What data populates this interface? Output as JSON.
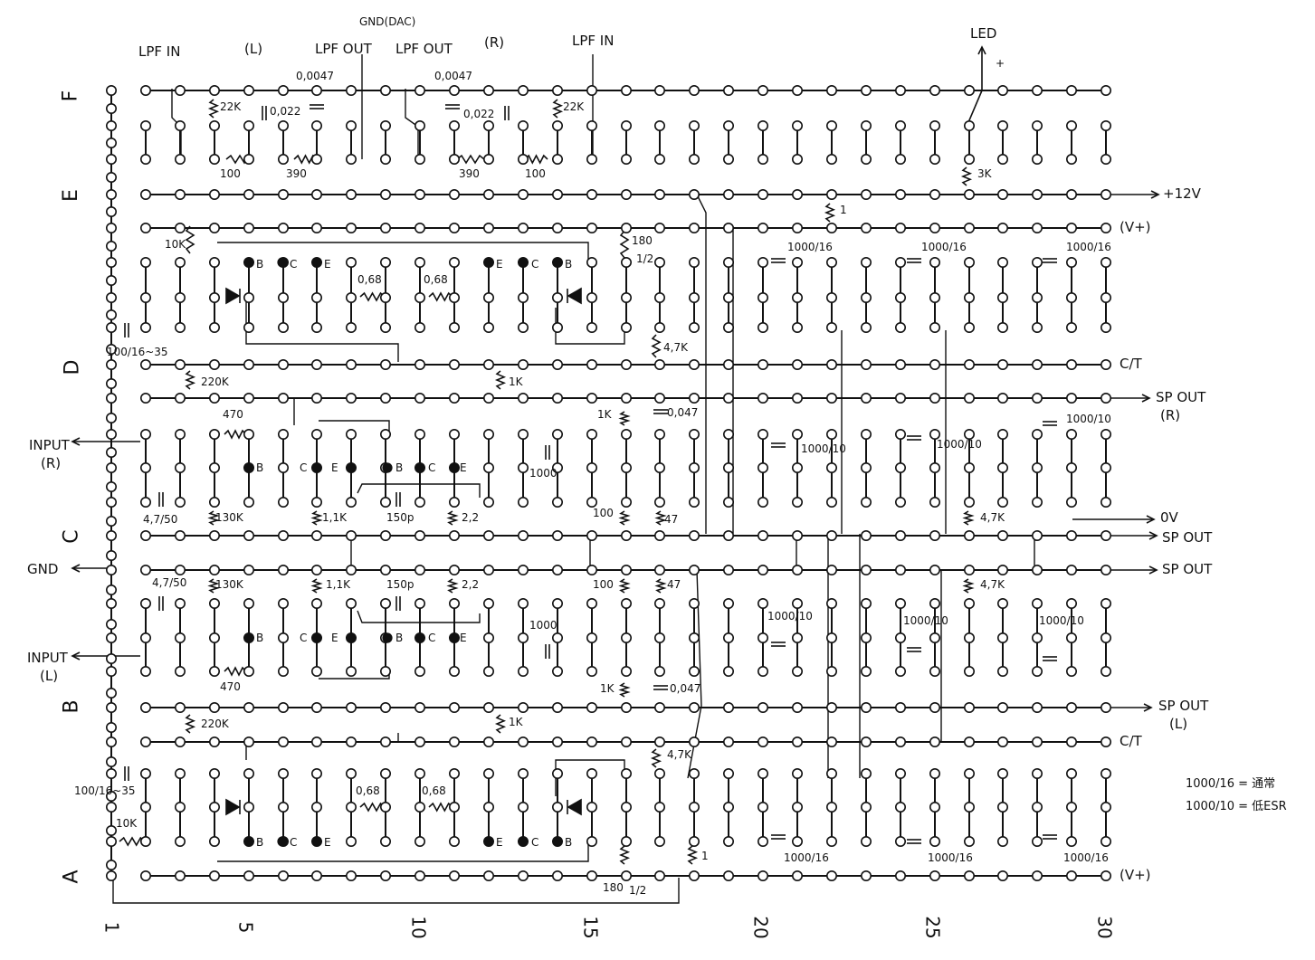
{
  "row_labels": {
    "A": "A",
    "B": "B",
    "C": "C",
    "D": "D",
    "E": "E",
    "F": "F"
  },
  "column_labels": {
    "c1": "1",
    "c5": "5",
    "c10": "10",
    "c15": "15",
    "c20": "20",
    "c25": "25",
    "c30": "30"
  },
  "io": {
    "lpf_in_l": "LPF IN",
    "channel_l": "(L)",
    "lpf_out_l": "LPF OUT",
    "gnd_dac": "GND(DAC)",
    "lpf_out_r": "LPF OUT",
    "channel_r": "(R)",
    "lpf_in_r": "LPF IN",
    "led": "LED",
    "led_plus": "+",
    "plus12v": "+12V",
    "vplus_top": "(V+)",
    "ct_top": "C/T",
    "spout_r": "SP OUT",
    "spout_r_ch": "(R)",
    "zero_v": "0V",
    "spout_c1": "SP OUT",
    "spout_c2": "SP OUT",
    "spout_l": "SP OUT",
    "spout_l_ch": "(L)",
    "ct_bottom": "C/T",
    "vplus_bottom": "(V+)",
    "input_r": "INPUT",
    "input_r_ch": "(R)",
    "gnd": "GND",
    "input_l": "INPUT",
    "input_l_ch": "(L)"
  },
  "components": {
    "r22k_l": "22K",
    "c0047_l": "0,0047",
    "c0022_l": "0,022",
    "r100_l": "100",
    "r390_l": "390",
    "c0047_r": "0,0047",
    "c0022_r": "0,022",
    "r22k_r": "22K",
    "r390_r": "390",
    "r100_r": "100",
    "r3k": "3K",
    "r1_top": "1",
    "r10k_top": "10K",
    "r180_top": "180",
    "half_top": "1/2",
    "cap1000_16_a": "1000/16",
    "cap1000_16_b": "1000/16",
    "cap1000_16_c": "1000/16",
    "r068_a": "0,68",
    "r068_b": "0,68",
    "r47k_top": "4,7K",
    "cap100_16_35_top": "100/16~35",
    "r220k_top": "220K",
    "r1k_top": "1K",
    "r470_top": "470",
    "r1k_b_top": "1K",
    "cap0047_top": "0,047",
    "cap1000_10_a": "1000/10",
    "cap1000_10_b": "1000/10",
    "cap1000_10_c": "1000/10",
    "cap1000_top": "1000",
    "cap47_50_top": "4,7/50",
    "r130k_top": "130K",
    "r11k_top": "1,1K",
    "c150p_top": "150p",
    "r22_top": "2,2",
    "r100_mid_top": "100",
    "r47_top": "47",
    "r47k_mid_top": "4,7K",
    "cap47_50_bot": "4,7/50",
    "r130k_bot": "130K",
    "r11k_bot": "1,1K",
    "c150p_bot": "150p",
    "r22_bot": "2,2",
    "r100_mid_bot": "100",
    "r47_bot": "47",
    "r47k_mid_bot": "4,7K",
    "cap1000_bot": "1000",
    "cap1000_10_d": "1000/10",
    "cap1000_10_e": "1000/10",
    "cap1000_10_f": "1000/10",
    "r470_bot": "470",
    "r1k_b_bot": "1K",
    "cap0047_bot": "0,047",
    "r220k_bot": "220K",
    "r1k_bot": "1K",
    "r47k_bot": "4,7K",
    "cap100_16_35_bot": "100/16~35",
    "r10k_bot": "10K",
    "r068_c": "0,68",
    "r068_d": "0,68",
    "r180_bot": "180",
    "half_bot": "1/2",
    "r1_bot": "1",
    "cap1000_16_d": "1000/16",
    "cap1000_16_e": "1000/16",
    "cap1000_16_f": "1000/16"
  },
  "transistor_pins": {
    "b": "B",
    "c": "C",
    "e": "E"
  },
  "notes": {
    "line1": "1000/16 = 通常",
    "line2": "1000/10 = 低ESR"
  }
}
